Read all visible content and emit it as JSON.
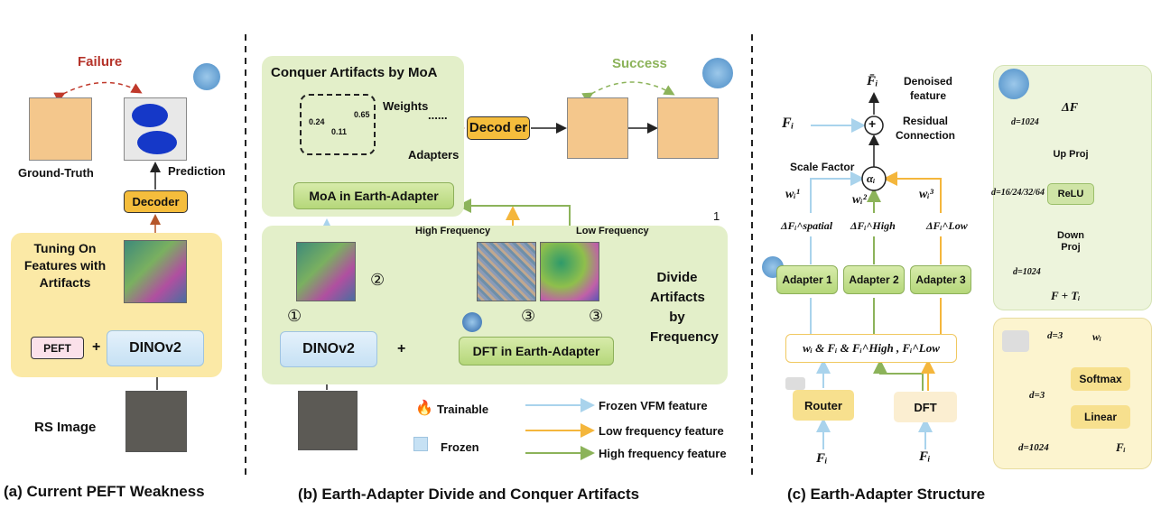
{
  "caption_a": "(a) Current PEFT Weakness",
  "caption_b": "(b) Earth-Adapter Divide and Conquer Artifacts",
  "caption_c": "(c) Earth-Adapter Structure",
  "panel_a": {
    "failure": "Failure",
    "ground_truth": "Ground-Truth",
    "prediction": "Prediction",
    "decoder": "Decoder",
    "tuning": "Tuning On Features with Artifacts",
    "peft": "PEFT",
    "plus": "+",
    "dinov2": "DINOv2",
    "rs_image": "RS Image"
  },
  "panel_b": {
    "conquer_title": "Conquer Artifacts by MoA",
    "weights_label": "Weights",
    "dots": "......",
    "bar_values": [
      "0.24",
      "0.11",
      "0.65"
    ],
    "decoder": "Decod er",
    "success": "Success",
    "adapters": "Adapters",
    "moa": "MoA in Earth-Adapter",
    "high_frequency": "High Frequency",
    "low_frequency": "Low Frequency",
    "page_one": "1",
    "divide": "Divide Artifacts by Frequency",
    "circ1": "①",
    "circ2": "②",
    "circ3": "③",
    "dinov2": "DINOv2",
    "plus": "+",
    "dft": "DFT in Earth-Adapter",
    "legend": {
      "trainable": "Trainable",
      "frozen": "Frozen",
      "frozen_vfm": "Frozen VFM feature",
      "low_freq": "Low frequency feature",
      "high_freq": "High frequency feature"
    },
    "colors": {
      "blue": "#a9d3ec",
      "orange": "#f4b63c",
      "green": "#8cb35a",
      "red": "#c0392b"
    }
  },
  "panel_c": {
    "fi_bar": "F̄ᵢ",
    "denoised": "Denoised feature",
    "fi": "Fᵢ",
    "residual": "Residual Connection",
    "plus": "+",
    "scale_factor": "Scale Factor",
    "alpha": "αᵢ",
    "w1": "wᵢ¹",
    "w2": "wᵢ²",
    "w3": "wᵢ³",
    "dF_spatial": "ΔFᵢ^spatial",
    "dF_high": "ΔFᵢ^High",
    "dF_low": "ΔFᵢ^Low",
    "adapter1": "Adapter 1",
    "adapter2": "Adapter 2",
    "adapter3": "Adapter 3",
    "combo": "wᵢ & Fᵢ & Fᵢ^High , Fᵢ^Low",
    "router": "Router",
    "dft": "DFT",
    "fi_bottom_1": "Fᵢ",
    "fi_bottom_2": "Fᵢ"
  },
  "panel_adapter": {
    "dF": "ΔF",
    "d1024_top": "d=1024",
    "up_proj": "Up Proj",
    "relu": "ReLU",
    "dims": "d=16/24/32/64",
    "down_proj": "Down Proj",
    "d1024_bottom": "d=1024",
    "input": "F + Tᵢ"
  },
  "panel_router": {
    "d3_top": "d=3",
    "wi": "wᵢ",
    "softmax": "Softmax",
    "d3_mid": "d=3",
    "linear": "Linear",
    "d1024": "d=1024",
    "fi": "Fᵢ"
  }
}
